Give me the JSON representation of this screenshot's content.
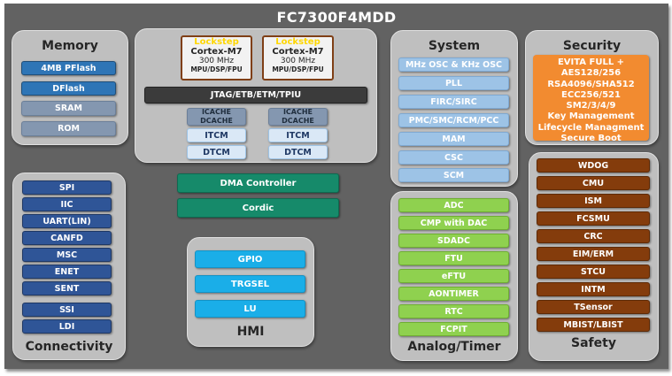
{
  "title": "FC7300F4MDD",
  "memory": {
    "title": "Memory",
    "items": [
      "4MB PFlash",
      "DFlash",
      "SRAM",
      "ROM"
    ]
  },
  "cores": [
    {
      "tag": "Lockstep",
      "name": "Cortex-M7",
      "freq": "300 MHz",
      "features": "MPU/DSP/FPU"
    },
    {
      "tag": "Lockstep",
      "name": "Cortex-M7",
      "freq": "300 MHz",
      "features": "MPU/DSP/FPU"
    }
  ],
  "debug_bus": "JTAG/ETB/ETM/TPIU",
  "cache": {
    "line1": "ICACHE",
    "line2": "DCACHE"
  },
  "itcm": "ITCM",
  "dtcm": "DTCM",
  "dma": "DMA Controller",
  "cordic": "Cordic",
  "hmi": {
    "title": "HMI",
    "items": [
      "GPIO",
      "TRGSEL",
      "LU"
    ]
  },
  "connectivity": {
    "title": "Connectivity",
    "items": [
      "SPI",
      "IIC",
      "UART(LIN)",
      "CANFD",
      "MSC",
      "ENET",
      "SENT",
      "SSI",
      "LDI"
    ]
  },
  "system": {
    "title": "System",
    "items": [
      "MHz OSC & KHz OSC",
      "PLL",
      "FIRC/SIRC",
      "PMC/SMC/RCM/PCC",
      "MAM",
      "CSC",
      "SCM"
    ]
  },
  "security": {
    "title": "Security",
    "lines": [
      "EVITA FULL +",
      "AES128/256",
      "RSA4096/SHA512",
      "ECC256/521",
      "SM2/3/4/9",
      "Key Management",
      "Lifecycle Managment",
      "Secure Boot"
    ]
  },
  "analog": {
    "title": "Analog/Timer",
    "items": [
      "ADC",
      "CMP with DAC",
      "SDADC",
      "FTU",
      "eFTU",
      "AONTIMER",
      "RTC",
      "FCPIT"
    ]
  },
  "safety": {
    "title": "Safety",
    "items": [
      "WDOG",
      "CMU",
      "ISM",
      "FCSMU",
      "CRC",
      "EIM/ERM",
      "STCU",
      "INTM",
      "TSensor",
      "MBIST/LBIST"
    ]
  },
  "colors": {
    "background": "#626262",
    "panel": "#bfbfbf",
    "memory_primary": "#2e75b6",
    "memory_secondary": "#8497b0",
    "connectivity": "#2f5597",
    "system": "#9dc3e6",
    "security": "#f28b30",
    "analog": "#8fd14f",
    "safety": "#843c0c",
    "dma": "#168a6a",
    "hmi": "#1aaee8",
    "lockstep": "#ffd700"
  }
}
